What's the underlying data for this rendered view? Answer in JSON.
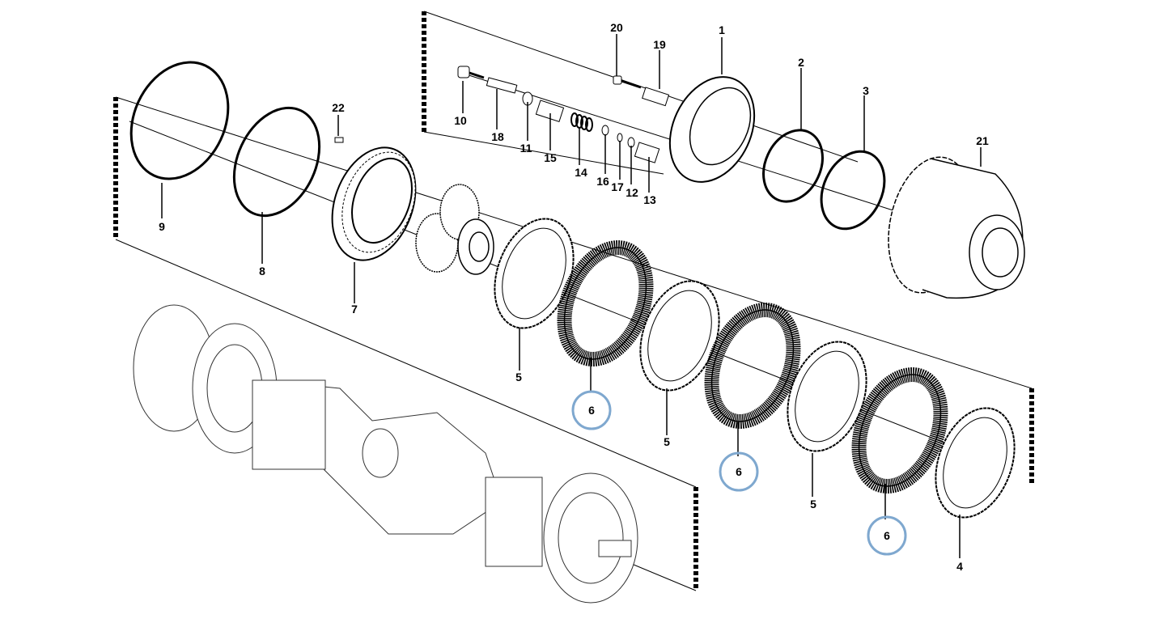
{
  "diagram": {
    "part_labels": {
      "p1": "1",
      "p2": "2",
      "p3": "3",
      "p4": "4",
      "p5a": "5",
      "p5b": "5",
      "p5c": "5",
      "p6a": "6",
      "p6b": "6",
      "p6c": "6",
      "p7": "7",
      "p8": "8",
      "p9": "9",
      "p10": "10",
      "p11": "11",
      "p12": "12",
      "p13": "13",
      "p14": "14",
      "p15": "15",
      "p16": "16",
      "p17": "17",
      "p18": "18",
      "p19": "19",
      "p20": "20",
      "p21": "21",
      "p22": "22"
    },
    "highlight_color": "#7fa8cf"
  }
}
